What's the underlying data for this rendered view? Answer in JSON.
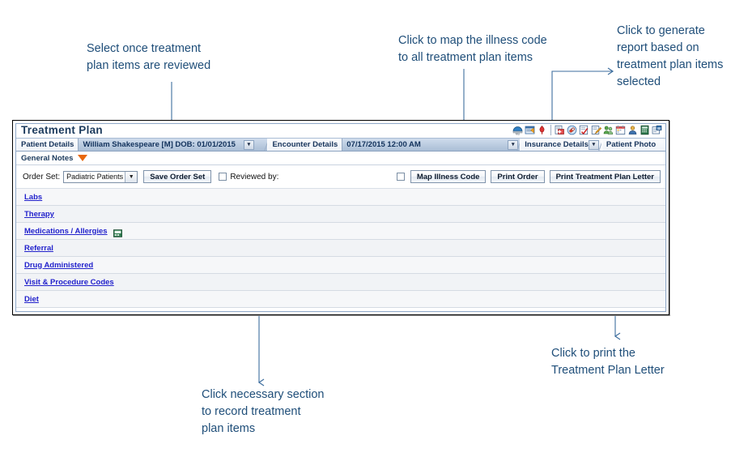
{
  "annotations": [
    {
      "id": "reviewed",
      "text": "Select once treatment\nplan items are reviewed"
    },
    {
      "id": "map",
      "text": "Click to map the illness code\nto all treatment plan items"
    },
    {
      "id": "report",
      "text": "Click to generate\nreport based on\ntreatment plan items\nselected"
    },
    {
      "id": "print_letter",
      "text": "Click to print the\nTreatment Plan Letter"
    },
    {
      "id": "section",
      "text": "Click necessary section\nto record treatment\nplan items"
    }
  ],
  "app": {
    "title": "Treatment Plan",
    "tabs": [
      {
        "label": "Patient Details",
        "value": "William Shakespeare [M] DOB: 01/01/2015",
        "has_caret": true
      },
      {
        "label": "Encounter Details",
        "value": "07/17/2015 12:00 AM",
        "has_caret": true
      },
      {
        "label": "Insurance Details",
        "value": "",
        "has_caret": true
      },
      {
        "label": "Patient Photo",
        "value": "",
        "has_caret": true
      }
    ],
    "general_notes": {
      "label": "General Notes",
      "caret_icon": "triangle-down-icon"
    },
    "toolbar": {
      "order_set_label": "Order Set:",
      "order_set_value": "Padiatric Patients",
      "save_order_set_label": "Save Order Set",
      "reviewed_by_label": "Reviewed by:",
      "map_illness_code_label": "Map Illness Code",
      "print_order_label": "Print Order",
      "print_treatment_plan_letter_label": "Print Treatment Plan Letter"
    },
    "sections": [
      {
        "label": "Labs",
        "icon": ""
      },
      {
        "label": "Therapy",
        "icon": ""
      },
      {
        "label": "Medications / Allergies",
        "icon": "medication-box-icon"
      },
      {
        "label": "Referral",
        "icon": ""
      },
      {
        "label": "Drug Administered",
        "icon": ""
      },
      {
        "label": "Visit & Procedure Codes",
        "icon": ""
      },
      {
        "label": "Diet",
        "icon": ""
      }
    ],
    "tray_icons": [
      "meaningful-use-icon",
      "message-board-icon",
      "alert-flag-icon",
      "separator",
      "lab-results-icon",
      "medication-icon",
      "checklist-icon",
      "notes-edit-icon",
      "patient-group-icon",
      "appointment-calendar-icon",
      "patient-profile-icon",
      "calculator-icon",
      "documents-icon"
    ]
  },
  "colors": {
    "annotation_text": "#1F4E79",
    "connector_line": "#3E6E9E",
    "link": "#2222CC",
    "caret_orange": "#E8670C",
    "tab_header": "#16335A"
  }
}
